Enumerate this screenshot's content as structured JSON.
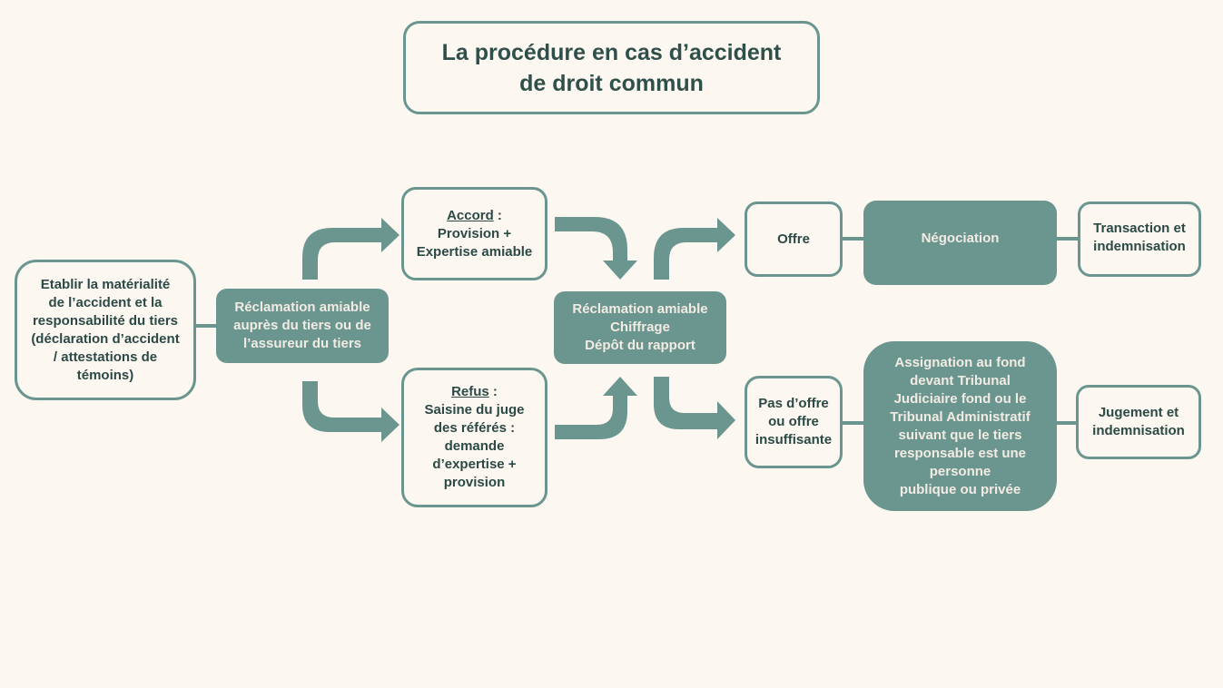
{
  "title": {
    "line1": "La procédure en cas d’accident",
    "line2": "de droit commun"
  },
  "start": {
    "lines": [
      "Etablir la matérialité",
      "de l’accident et la",
      "responsabilité du tiers",
      "(déclaration d’accident",
      "/ attestations de",
      "témoins)"
    ]
  },
  "reclamation1": {
    "lines": [
      "Réclamation amiable",
      "auprès du tiers ou de",
      "l’assureur du tiers"
    ]
  },
  "accord": {
    "heading": "Accord",
    "suffix": " :",
    "lines": [
      "Provision +",
      "Expertise amiable"
    ]
  },
  "refus": {
    "heading": "Refus",
    "suffix": " :",
    "lines": [
      "Saisine du juge",
      "des référés :",
      "demande",
      "d’expertise +",
      "provision"
    ]
  },
  "reclamation2": {
    "lines": [
      "Réclamation amiable",
      "Chiffrage",
      "Dépôt du rapport"
    ]
  },
  "offre": {
    "label": "Offre"
  },
  "negociation": {
    "label": "Négociation"
  },
  "transaction": {
    "lines": [
      "Transaction et",
      "indemnisation"
    ]
  },
  "pas_offre": {
    "lines": [
      "Pas d’offre",
      "ou offre",
      "insuffisante"
    ]
  },
  "assignation": {
    "lines": [
      "Assignation au fond",
      "devant Tribunal",
      "Judiciaire fond ou le",
      "Tribunal Administratif",
      "suivant que le  tiers",
      "responsable est une",
      "personne",
      "publique ou privée"
    ]
  },
  "jugement": {
    "lines": [
      "Jugement et",
      "indemnisation"
    ]
  },
  "colors": {
    "accent": "#6a968f",
    "background": "#fdf7f1",
    "text": "#2b4a46",
    "text_light": "#f2ebe3"
  }
}
